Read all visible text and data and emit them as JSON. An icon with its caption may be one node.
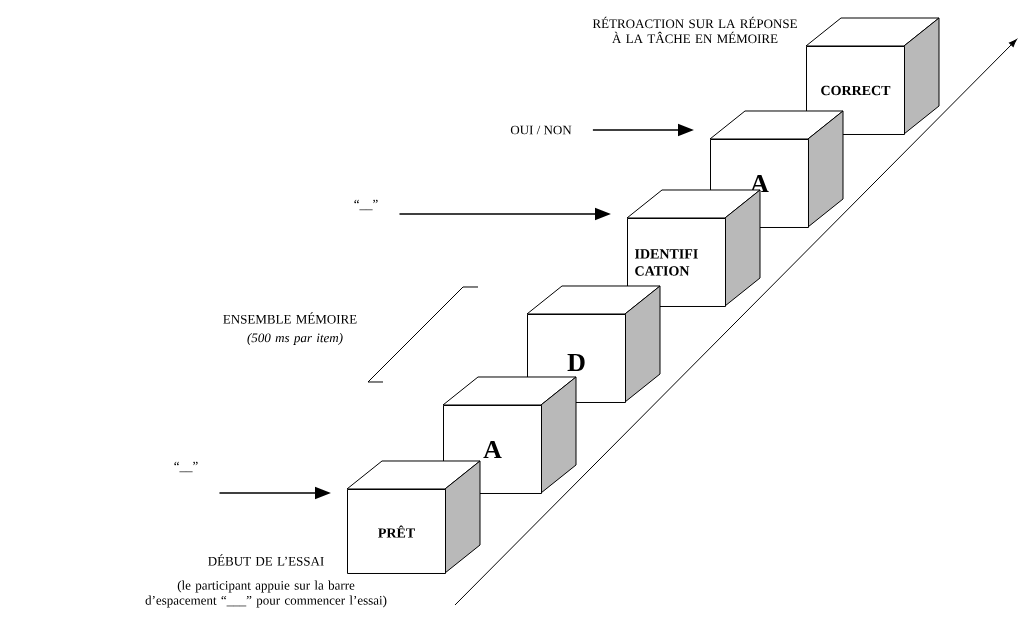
{
  "diagram": {
    "nodes": [
      {
        "text": [
          "CORRECT"
        ]
      },
      {
        "text": [
          "OUI / NON"
        ]
      },
      {
        "text": [
          "A"
        ]
      },
      {
        "text": [
          "“__”"
        ]
      },
      {
        "text": [
          "IDENTIFI CATION"
        ]
      },
      {
        "text": [
          "D"
        ]
      },
      {
        "text": [
          "A"
        ]
      },
      {
        "text": [
          "“__”"
        ]
      },
      {
        "text": [
          "PRÊT"
        ]
      }
    ],
    "edges": [
      {
        "from": 1,
        "to": 2,
        "arrow": "to"
      },
      {
        "from": 3,
        "to": 4,
        "arrow": "to"
      },
      {
        "from": 7,
        "to": 8,
        "arrow": "to"
      }
    ],
    "labels": [
      "RÉTROACTION SUR LA RÉPONSE À LA TÂCHE EN MÉMOIRE",
      "ENSEMBLE MÉMOIRE",
      "*(500 ms par item)*",
      "DÉBUT DE L’ESSAI",
      "(le participant appuie sur la barre d’espacement “___” pour commencer l’essai)"
    ]
  }
}
